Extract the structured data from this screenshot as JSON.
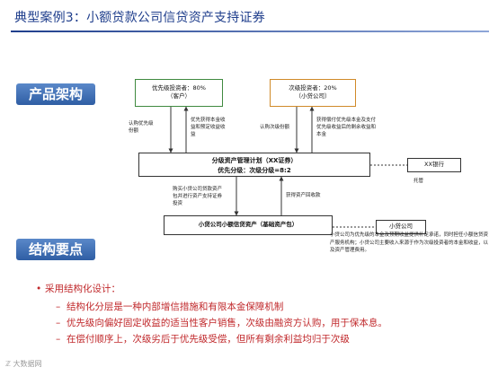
{
  "header": {
    "title": "典型案例3：小额贷款公司信贷资产支持证券"
  },
  "sections": {
    "product": "产品架构",
    "structure": "结构要点"
  },
  "diagram": {
    "senior_investor": {
      "line1": "优先级投资者：80%",
      "line2": "（客户）"
    },
    "junior_investor": {
      "line1": "次级投资者：20%",
      "line2": "（小贷公司）"
    },
    "plan": {
      "line1": "分级资产管理计划（XX证券）",
      "line2": "优先分级：次级分级=8:2"
    },
    "bank": "XX银行",
    "pool": "小贷公司小额信贷资产（基础资产包）",
    "lender": "小贷公司",
    "labels": {
      "senior_subscribe": "认购优先级\n份额",
      "senior_return": "优先获得本金收\n益和预定收益收\n益",
      "junior_subscribe": "认购次级份额",
      "junior_return": "获得偿付优先级本金及支付\n优先级收益后的剩余收益和\n本金",
      "custody": "托管",
      "purchase": "购买小贷公司贷款资产\n包并进行资产支持证券\n投资",
      "principal_income": "获得资产回收款"
    },
    "note": "小贷公司为优先级的本金及预期收益提供补足承诺，同时担任小额信贷资产服务机构；小贷公司主要收入来源于作为次级投资者的本金和收益，以及资产管理费用。"
  },
  "bullets": {
    "main": "采用结构化设计：",
    "main_mark": "•",
    "sub_mark": "–",
    "subs": [
      "结构化分层是一种内部增信措施和有限本金保障机制",
      "优先级向偏好固定收益的适当性客户销售，次级由融资方认购，用于保本息。",
      "在偿付顺序上，次级劣后于优先级受偿，但所有剩余利益均归于次级"
    ]
  },
  "watermark": "ℤ 大数据网",
  "colors": {
    "title_blue": "#1f3e8c",
    "section_blue": "#2f5ea4",
    "accent_red": "#c0282b",
    "green_border": "#3f8a3f",
    "orange_border": "#d08a28"
  }
}
